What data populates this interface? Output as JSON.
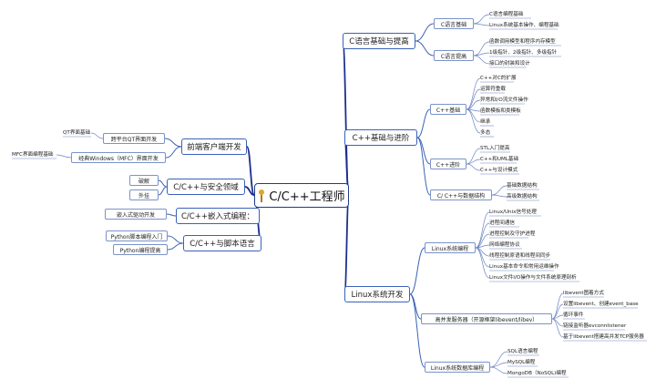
{
  "root": {
    "title": "C/C++工程师"
  },
  "right": {
    "clang": {
      "label": "C语言基础与提高",
      "basics": {
        "label": "C语言基础",
        "leaves": [
          "C语言编程基础",
          "Linux系统基本操作、编程基础"
        ]
      },
      "advanced": {
        "label": "C语言提高",
        "leaves": [
          "函数调用模型和程序内存模型",
          "1级指针、2级指针、多级指针",
          "接口的封装和设计"
        ]
      }
    },
    "cpp": {
      "label": "C++基础与进阶",
      "basics": {
        "label": "C++基础",
        "leaves": [
          "C++对C的扩展",
          "运算符重载",
          "异常和I/O流文件操作",
          "函数模板和类模板",
          "继承",
          "多态"
        ]
      },
      "advanced": {
        "label": "C++进阶",
        "leaves": [
          "STL入门提高",
          "C++和UML基础",
          "C++与设计模式"
        ]
      },
      "ds": {
        "label": "C/ C++与数据结构",
        "leaves": [
          "基础数据结构",
          "高级数据结构"
        ]
      }
    },
    "linux": {
      "label": "Linux系统开发",
      "sys": {
        "label": "Linux系统编程",
        "leaves": [
          "Linux/Unix信号处理",
          "进程间通信",
          "进程控制及守护进程",
          "网络编程协议",
          "线程控制原语和线程间同步",
          "Linux基本命令和常用运维操作",
          "Linux文件I/O操作与文件系统原理剖析"
        ]
      },
      "hc": {
        "label": "高并发服务器（开源框架libevent/libev）",
        "leaves": [
          "libevent图着方式",
          "设置libevent、创建event_base",
          "循环事件",
          "链接监听器evconnlistener",
          "基于libevent搭建高并发TCP服务器"
        ]
      },
      "db": {
        "label": "Linux系统数据库编程",
        "leaves": [
          "SQL语言编程",
          "MySQL编程",
          "MongoDB（NoSQL)编程"
        ]
      }
    }
  },
  "left": {
    "frontend": {
      "label": "前端客户端开发",
      "qt": {
        "label": "跨平台QT界面开发",
        "leaf": "QT界面基础"
      },
      "mfc": {
        "label": "经典Windows（MFC）界面开发",
        "leaf": "MFC界面编程基础"
      }
    },
    "security": {
      "label": "C/C++与安全领域",
      "items": [
        "破解",
        "外挂"
      ]
    },
    "embedded": {
      "label": "C/C++嵌入式编程：",
      "items": [
        "嵌入式驱动开发"
      ]
    },
    "script": {
      "label": "C/C++与脚本语言",
      "items": [
        "Python脚本编程入门",
        "Python编程提高"
      ]
    }
  }
}
